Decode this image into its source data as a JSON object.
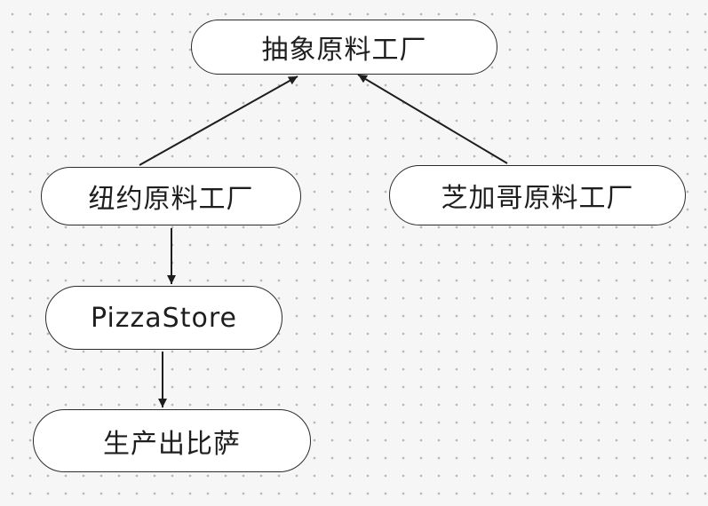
{
  "nodes": {
    "abstract_factory": "抽象原料工厂",
    "ny_factory": "纽约原料工厂",
    "chicago_factory": "芝加哥原料工厂",
    "pizza_store": "PizzaStore",
    "make_pizza": "生产出比萨"
  },
  "edges": [
    {
      "from": "ny_factory",
      "to": "abstract_factory"
    },
    {
      "from": "chicago_factory",
      "to": "abstract_factory"
    },
    {
      "from": "ny_factory",
      "to": "pizza_store"
    },
    {
      "from": "pizza_store",
      "to": "make_pizza"
    }
  ]
}
